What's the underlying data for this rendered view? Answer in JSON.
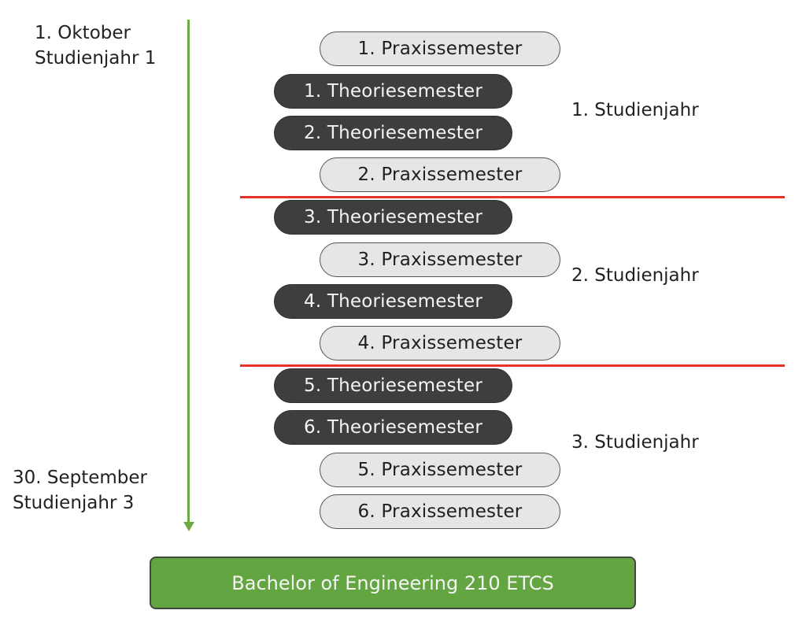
{
  "timeline": {
    "start_label_line1": "1. Oktober",
    "start_label_line2": "Studienjahr 1",
    "end_label_line1": "30. September",
    "end_label_line2": "Studienjahr 3",
    "color": "#6aaa43"
  },
  "semesters": [
    {
      "label": "1. Praxissemester",
      "type": "praxis"
    },
    {
      "label": "1. Theoriesemester",
      "type": "theorie"
    },
    {
      "label": "2. Theoriesemester",
      "type": "theorie"
    },
    {
      "label": "2. Praxissemester",
      "type": "praxis"
    },
    {
      "label": "3. Theoriesemester",
      "type": "theorie"
    },
    {
      "label": "3. Praxissemester",
      "type": "praxis"
    },
    {
      "label": "4. Theoriesemester",
      "type": "theorie"
    },
    {
      "label": "4. Praxissemester",
      "type": "praxis"
    },
    {
      "label": "5. Theoriesemester",
      "type": "theorie"
    },
    {
      "label": "6. Theoriesemester",
      "type": "theorie"
    },
    {
      "label": "5. Praxissemester",
      "type": "praxis"
    },
    {
      "label": "6. Praxissemester",
      "type": "praxis"
    }
  ],
  "years": [
    {
      "label": "1. Studienjahr"
    },
    {
      "label": "2. Studienjahr"
    },
    {
      "label": "3. Studienjahr"
    }
  ],
  "divider_color": "#e4332b",
  "degree": {
    "label": "Bachelor of Engineering 210 ETCS",
    "color": "#63a541"
  }
}
